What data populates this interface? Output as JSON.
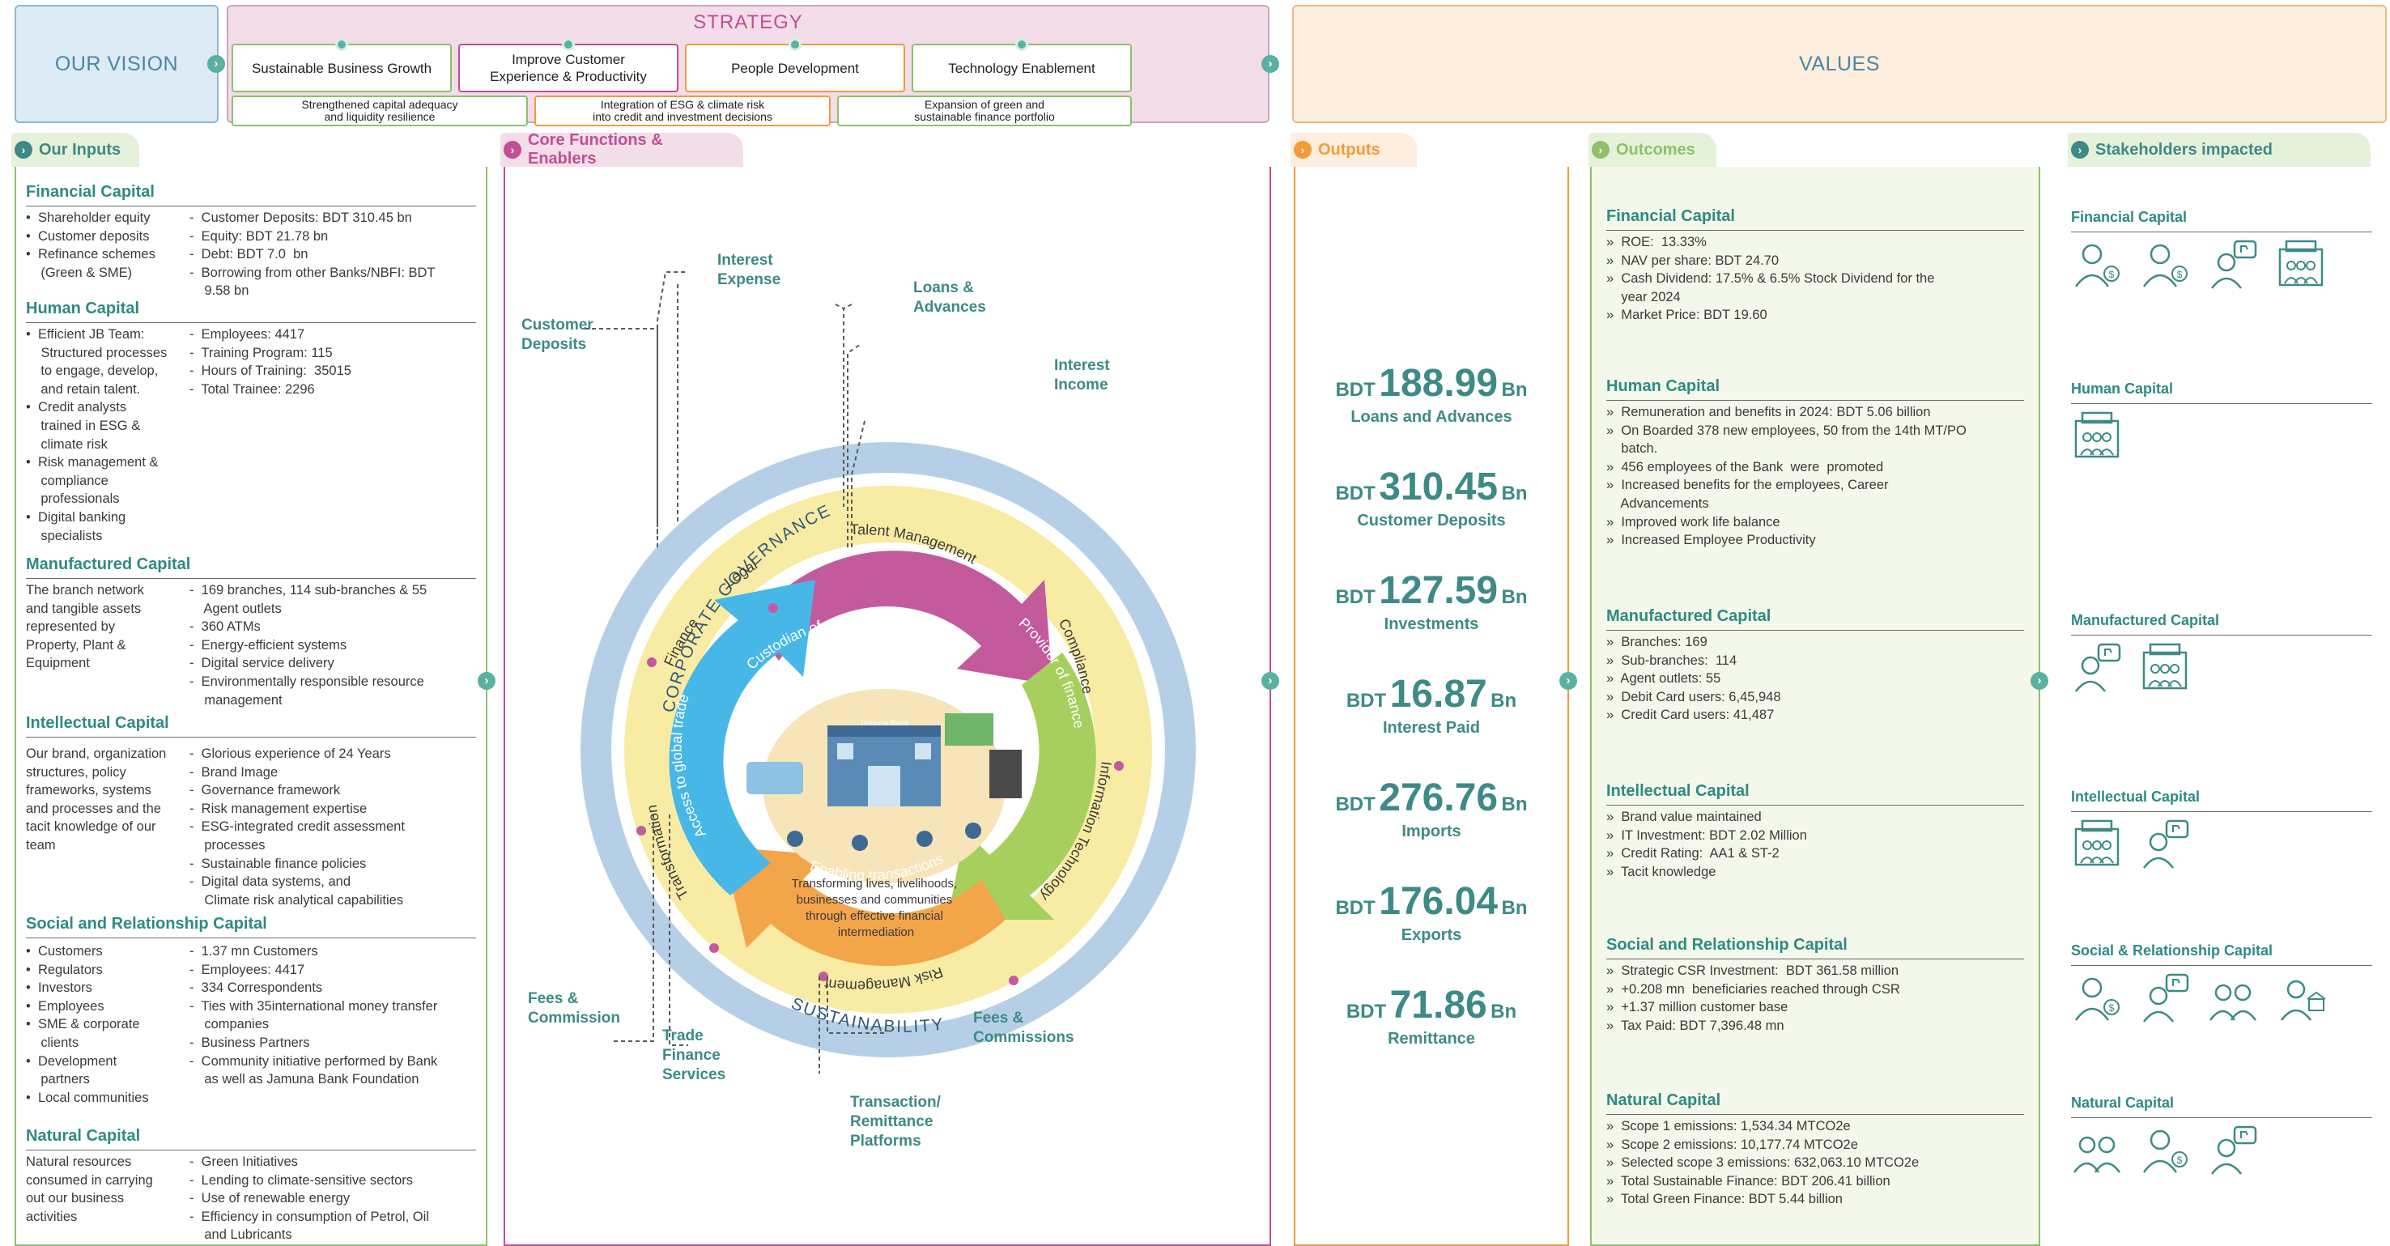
{
  "vision": {
    "label": "OUR VISION"
  },
  "strategy": {
    "title": "STRATEGY",
    "pillars": [
      "Sustainable Business Growth",
      "Improve Customer\nExperience & Productivity",
      "People Development",
      "Technology Enablement"
    ],
    "sub": [
      "Strengthened capital adequacy\nand liquidity resilience",
      "Integration of ESG & climate risk\ninto credit and investment decisions",
      "Expansion of green and\nsustainable finance portfolio"
    ]
  },
  "values": {
    "label": "VALUES"
  },
  "inputs": {
    "heading": "Our Inputs",
    "financial": {
      "title": "Financial Capital",
      "left": [
        "•  Shareholder equity",
        "•  Customer deposits",
        "•  Refinance schemes",
        "    (Green & SME)"
      ],
      "right": [
        "-  Customer Deposits: BDT 310.45 bn",
        "-  Equity: BDT 21.78 bn",
        "-  Debt: BDT 7.0  bn",
        "-  Borrowing from other Banks/NBFI: BDT",
        "    9.58 bn"
      ]
    },
    "human": {
      "title": "Human Capital",
      "left": [
        "•  Efficient JB Team:",
        "    Structured processes",
        "    to engage, develop,",
        "    and retain talent.",
        "•  Credit analysts",
        "    trained in ESG &",
        "    climate risk",
        "•  Risk management &",
        "    compliance",
        "    professionals",
        "•  Digital banking",
        "    specialists"
      ],
      "right": [
        "-  Employees: 4417",
        "-  Training Program: 115",
        "-  Hours of Training:  35015",
        "-  Total Trainee: 2296"
      ]
    },
    "manufactured": {
      "title": "Manufactured Capital",
      "left": [
        "The branch network",
        "and tangible assets",
        "represented by",
        "Property, Plant &",
        "Equipment"
      ],
      "right": [
        "-  169 branches, 114 sub-branches & 55",
        "    Agent outlets",
        "-  360 ATMs",
        "-  Energy-efficient systems",
        "-  Digital service delivery",
        "-  Environmentally responsible resource",
        "    management"
      ]
    },
    "intellectual": {
      "title": "Intellectual Capital",
      "left": [
        "Our brand, organization",
        "structures, policy",
        "frameworks, systems",
        "and processes and the",
        "tacit knowledge of our",
        "team"
      ],
      "right": [
        "-  Glorious experience of 24 Years",
        "-  Brand Image",
        "-  Governance framework",
        "-  Risk management expertise",
        "-  ESG-integrated credit assessment",
        "    processes",
        "-  Sustainable finance policies",
        "-  Digital data systems, and",
        "    Climate risk analytical capabilities"
      ]
    },
    "social": {
      "title": "Social and Relationship Capital",
      "left": [
        "•  Customers",
        "•  Regulators",
        "•  Investors",
        "•  Employees",
        "•  SME & corporate",
        "    clients",
        "•  Development",
        "    partners",
        "•  Local communities"
      ],
      "right": [
        "-  1.37 mn Customers",
        "-  Employees: 4417",
        "-  334 Correspondents",
        "-  Ties with 35international money transfer",
        "    companies",
        "-  Business Partners",
        "-  Community initiative performed by Bank",
        "    as well as Jamuna Bank Foundation"
      ]
    },
    "natural": {
      "title": "Natural Capital",
      "left": [
        "Natural resources",
        "consumed in carrying",
        "out our business",
        "activities"
      ],
      "right": [
        "-  Green Initiatives",
        "-  Lending to climate-sensitive sectors",
        "-  Use of renewable energy",
        "-  Efficiency in consumption of Petrol, Oil",
        "    and Lubricants"
      ]
    }
  },
  "core": {
    "heading": "Core Functions & Enablers",
    "outer_top": "CORPORATE GOVERNANCE",
    "outer_bottom": "SUSTAINABILITY",
    "ring": [
      "Legal",
      "Talent Management",
      "Compliance",
      "Information Technology",
      "Risk Management",
      "Transformation",
      "Finance"
    ],
    "inner": [
      "Custodian of savings and wealth",
      "Provider of finance",
      "Enabling transactions",
      "Access to global trade"
    ],
    "center_text": "Transforming lives, livelihoods,\nbusinesses and communities\nthrough effective financial\nintermediation",
    "flows": [
      "Interest\nExpense",
      "Customer\nDeposits",
      "Loans &\nAdvances",
      "Interest\nIncome",
      "Fees &\nCommission",
      "Trade\nFinance\nServices",
      "Fees &\nCommissions",
      "Transaction/\nRemittance\nPlatforms"
    ],
    "bank_sign": "Jamuna Bank"
  },
  "outputs": {
    "heading": "Outputs",
    "items": [
      {
        "prefix": "BDT",
        "value": "188.99",
        "unit": "Bn",
        "label": "Loans and Advances"
      },
      {
        "prefix": "BDT",
        "value": "310.45",
        "unit": "Bn",
        "label": "Customer Deposits"
      },
      {
        "prefix": "BDT",
        "value": "127.59",
        "unit": "Bn",
        "label": "Investments"
      },
      {
        "prefix": "BDT",
        "value": "16.87",
        "unit": "Bn",
        "label": "Interest Paid"
      },
      {
        "prefix": "BDT",
        "value": "276.76",
        "unit": " Bn",
        "label": "Imports"
      },
      {
        "prefix": "BDT",
        "value": "176.04",
        "unit": "Bn",
        "label": "Exports"
      },
      {
        "prefix": "BDT",
        "value": "71.86",
        "unit": "Bn",
        "label": "Remittance"
      }
    ]
  },
  "outcomes": {
    "heading": "Outcomes",
    "groups": [
      {
        "title": "Financial Capital",
        "items": [
          "»  ROE:  13.33%",
          "»  NAV per share: BDT 24.70",
          "»  Cash Dividend: 17.5% & 6.5% Stock Dividend for the",
          "    year 2024",
          "»  Market Price: BDT 19.60"
        ]
      },
      {
        "title": "Human Capital",
        "items": [
          "»  Remuneration and benefits in 2024: BDT 5.06 billion",
          "»  On Boarded 378 new employees, 50 from the 14th MT/PO",
          "    batch.",
          "»  456 employees of the Bank  were  promoted",
          "»  Increased benefits for the employees, Career",
          "    Advancements",
          "»  Improved work life balance",
          "»  Increased Employee Productivity"
        ]
      },
      {
        "title": "Manufactured Capital",
        "items": [
          "»  Branches: 169",
          "»  Sub-branches:  114",
          "»  Agent outlets: 55",
          "»  Debit Card users: 6,45,948",
          "»  Credit Card users: 41,487"
        ]
      },
      {
        "title": "Intellectual Capital",
        "items": [
          "»  Brand value maintained",
          "»  IT Investment: BDT 2.02 Million",
          "»  Credit Rating:  AA1 & ST-2",
          "»  Tacit knowledge"
        ]
      },
      {
        "title": "Social and Relationship Capital",
        "items": [
          "»  Strategic CSR Investment:  BDT 361.58 million",
          "»  +0.208 mn  beneficiaries reached through CSR",
          "»  +1.37 million customer base",
          "»  Tax Paid: BDT 7,396.48 mn"
        ]
      },
      {
        "title": "Natural Capital",
        "items": [
          "»  Scope 1 emissions: 1,534.34 MTCO2e",
          "»  Scope 2 emissions: 10,177.74 MTCO2e",
          "»  Selected scope 3 emissions: 632,063.10 MTCO2e",
          "»  Total Sustainable Finance: BDT 206.41 billion",
          "»  Total Green Finance: BDT 5.44 billion"
        ]
      }
    ]
  },
  "stakeholders": {
    "heading": "Stakeholders impacted",
    "groups": [
      {
        "title": "Financial Capital",
        "icons": [
          "investor-icon",
          "investor-icon",
          "customer-icon",
          "institution-icon"
        ]
      },
      {
        "title": "Human Capital",
        "icons": [
          "institution-icon"
        ]
      },
      {
        "title": "Manufactured Capital",
        "icons": [
          "customer-icon",
          "institution-icon"
        ]
      },
      {
        "title": "Intellectual Capital",
        "icons": [
          "institution-icon",
          "customer-icon"
        ]
      },
      {
        "title": "Social & Relationship Capital",
        "icons": [
          "investor-icon",
          "customer-icon",
          "community-icon",
          "regulator-icon"
        ]
      },
      {
        "title": "Natural Capital",
        "icons": [
          "community-icon",
          "investor-icon",
          "customer-icon"
        ]
      }
    ]
  },
  "colors": {
    "teal": "#3d8a86",
    "green_border": "#8fc06a",
    "magenta": "#c04f94",
    "orange": "#f39a3b",
    "light_blue": "#dcebf5"
  }
}
